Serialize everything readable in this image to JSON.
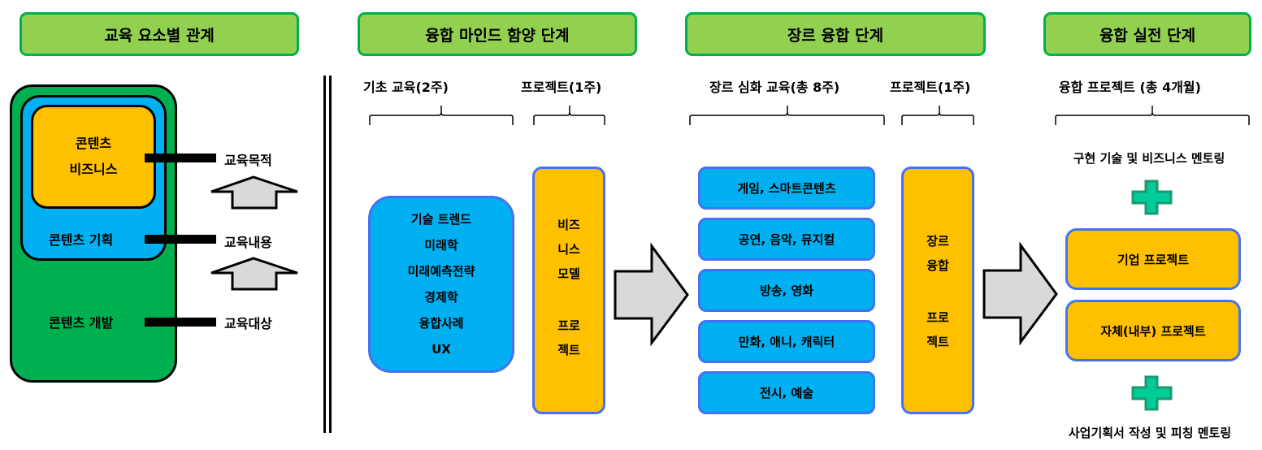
{
  "headers": {
    "relations": "교육 요소별 관계",
    "mindset": "융합 마인드 함양 단계",
    "genre": "장르 융합 단계",
    "practice": "융합 실전 단계"
  },
  "relations": {
    "inner_box": [
      "콘텐츠",
      "비즈니스"
    ],
    "middle_box": "콘텐츠 기획",
    "outer_box": "콘텐츠 개발",
    "labels": {
      "purpose": "교육목적",
      "content": "교육내용",
      "target": "교육대상"
    }
  },
  "mindset": {
    "basic_label": "기초 교육(2주)",
    "project_label": "프로젝트(1주)",
    "basic_items": [
      "기술 트렌드",
      "미래학",
      "미래예측전략",
      "경제학",
      "융합사례",
      "UX"
    ],
    "project_lines": [
      "비즈",
      "니스",
      "모델",
      "",
      "프로",
      "젝트"
    ]
  },
  "genre": {
    "advanced_label": "장르 심화 교육(총 8주)",
    "project_label": "프로젝트(1주)",
    "items": [
      "게임, 스마트콘텐츠",
      "공연, 음악, 뮤지컬",
      "방송, 영화",
      "만화, 애니, 캐릭터",
      "전시, 예술"
    ],
    "project_lines": [
      "장르",
      "융합",
      "",
      "프로",
      "젝트"
    ]
  },
  "practice": {
    "label": "융합 프로젝트 (총 4개월)",
    "top_mentoring": "구현 기술 및 비즈니스 멘토링",
    "projects": [
      "기업 프로젝트",
      "자체(내부) 프로젝트"
    ],
    "bottom_mentoring": "사업기획서 작성 및 피칭 멘토링"
  },
  "colors": {
    "header_fill": "#92d050",
    "header_border": "#00b050",
    "blue_fill": "#00b0f0",
    "orange_fill": "#ffc000",
    "box_border": "#4472f4",
    "green_fill": "#00b050",
    "arrow_fill": "#d9d9d9",
    "plus_fill": "#00cc99",
    "plus_border": "#1a9a70"
  }
}
